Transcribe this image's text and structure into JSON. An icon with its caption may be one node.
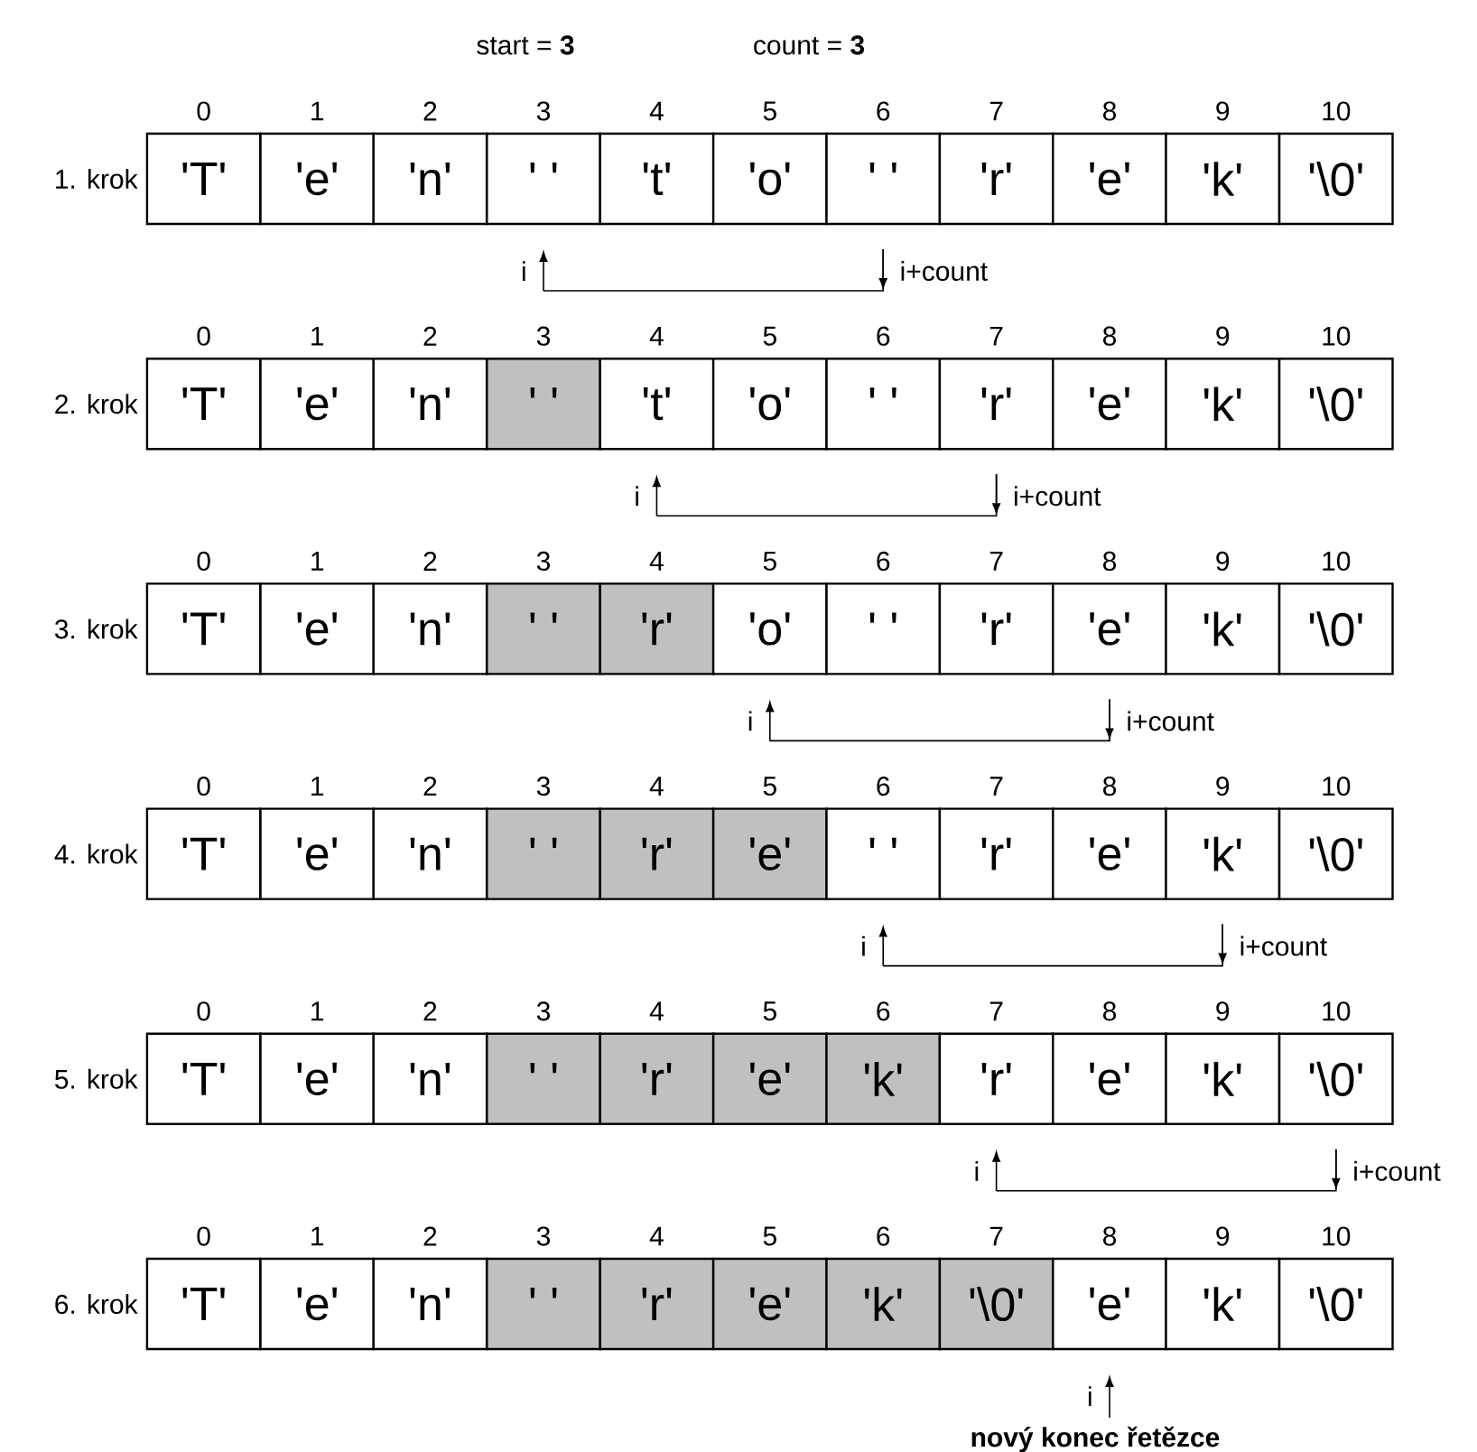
{
  "diagram": {
    "labels": [
      "start = **3**",
      "count = **3**",
      "0",
      "1",
      "2",
      "3",
      "4",
      "5",
      "6",
      "7",
      "8",
      "9",
      "10",
      "1. krok",
      "'T'",
      "'e'",
      "'n'",
      "' '",
      "'t'",
      "'o'",
      "' '",
      "'r'",
      "'e'",
      "'k'",
      "'\\0'",
      "i",
      "i+count",
      "0",
      "1",
      "2",
      "3",
      "4",
      "5",
      "6",
      "7",
      "8",
      "9",
      "10",
      "2. krok",
      "'T'",
      "'e'",
      "'n'",
      "' '",
      "'t'",
      "'o'",
      "' '",
      "'r'",
      "'e'",
      "'k'",
      "'\\0'",
      "i",
      "i+count",
      "0",
      "1",
      "2",
      "3",
      "4",
      "5",
      "6",
      "7",
      "8",
      "9",
      "10",
      "3. krok",
      "'T'",
      "'e'",
      "'n'",
      "' '",
      "'r'",
      "'o'",
      "' '",
      "'r'",
      "'e'",
      "'k'",
      "'\\0'",
      "i",
      "i+count",
      "0",
      "1",
      "2",
      "3",
      "4",
      "5",
      "6",
      "7",
      "8",
      "9",
      "10",
      "4. krok",
      "'T'",
      "'e'",
      "'n'",
      "' '",
      "'r'",
      "'e'",
      "' '",
      "'r'",
      "'e'",
      "'k'",
      "'\\0'",
      "i",
      "i+count",
      "0",
      "1",
      "2",
      "3",
      "4",
      "5",
      "6",
      "7",
      "8",
      "9",
      "10",
      "5. krok",
      "'T'",
      "'e'",
      "'n'",
      "' '",
      "'r'",
      "'e'",
      "'k'",
      "'r'",
      "'e'",
      "'k'",
      "'\\0'",
      "i",
      "i+count",
      "0",
      "1",
      "2",
      "3",
      "4",
      "5",
      "6",
      "7",
      "8",
      "9",
      "10",
      "6. krok",
      "'T'",
      "'e'",
      "'n'",
      "' '",
      "'r'",
      "'e'",
      "'k'",
      "'\\0'",
      "'e'",
      "'k'",
      "'\\0'",
      "i",
      "nový konec řetězce"
    ]
  }
}
